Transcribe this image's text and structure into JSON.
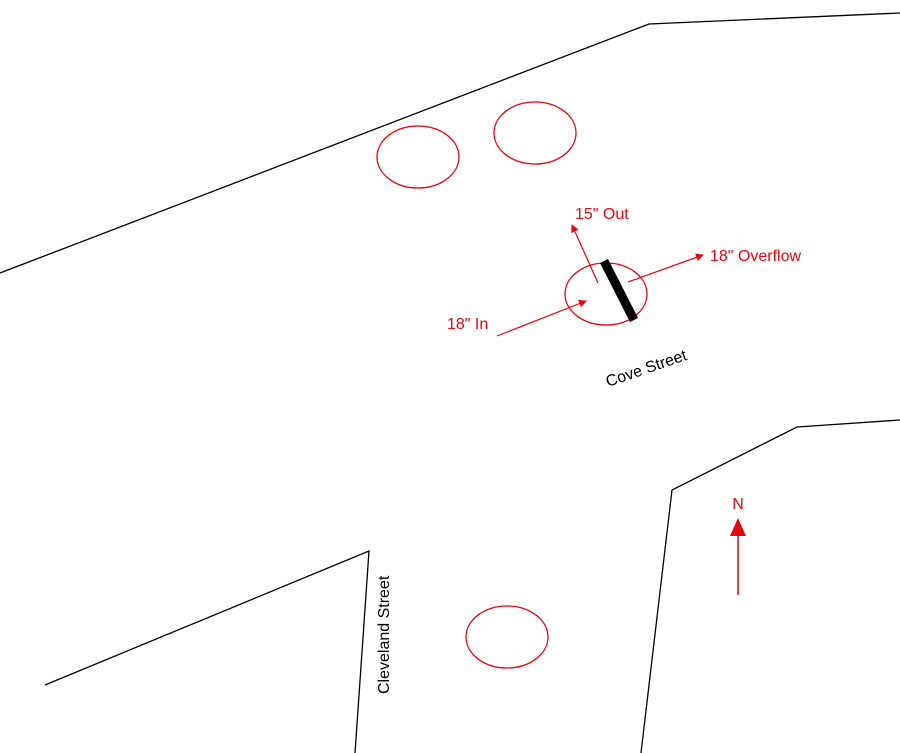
{
  "colors": {
    "structure": "#e8050d",
    "street": "#000000",
    "weir": "#000000",
    "background": "#ffffff"
  },
  "streets": {
    "cove": "Cove Street",
    "cleveland": "Cleveland Street"
  },
  "flows": {
    "inlet": "18\" In",
    "outlet": "15\" Out",
    "overflow": "18\" Overflow"
  },
  "north_arrow": {
    "label": "N",
    "icon": "north-arrow-icon"
  },
  "structures": {
    "count": 4,
    "main_has_weir": true
  }
}
